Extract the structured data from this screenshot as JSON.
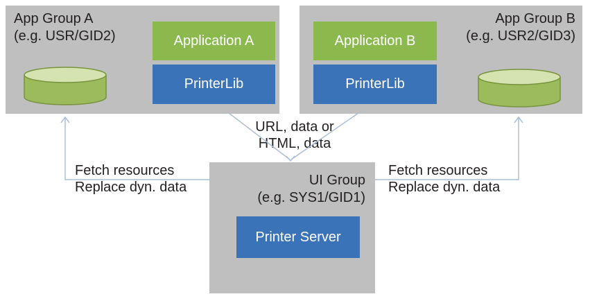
{
  "colors": {
    "background": "#ffffff",
    "group_box": "#bfbfbf",
    "green": "#8cb94e",
    "blue": "#3b73b9",
    "connector": "#a9bfdb",
    "text_dark": "#231f20",
    "text_light": "#ffffff",
    "cylinder_body": "#9cbb5d",
    "cylinder_top": "#d5e3b0",
    "cylinder_border": "#77933c"
  },
  "groups": {
    "app_group_a": {
      "title_line1": "App Group A",
      "title_line2": "(e.g. USR/GID2)",
      "application_label": "Application A",
      "printerlib_label": "PrinterLib"
    },
    "app_group_b": {
      "title_line1": "App Group B",
      "title_line2": "(e.g. USR2/GID3)",
      "application_label": "Application B",
      "printerlib_label": "PrinterLib"
    },
    "ui_group": {
      "title_line1": "UI Group",
      "title_line2": "(e.g. SYS1/GID1)",
      "server_label": "Printer Server"
    }
  },
  "connectors": {
    "send_label_line1": "URL, data or",
    "send_label_line2": "HTML, data",
    "fetch_left_line1": "Fetch resources",
    "fetch_left_line2": "Replace dyn. data",
    "fetch_right_line1": "Fetch resources",
    "fetch_right_line2": "Replace dyn. data"
  }
}
